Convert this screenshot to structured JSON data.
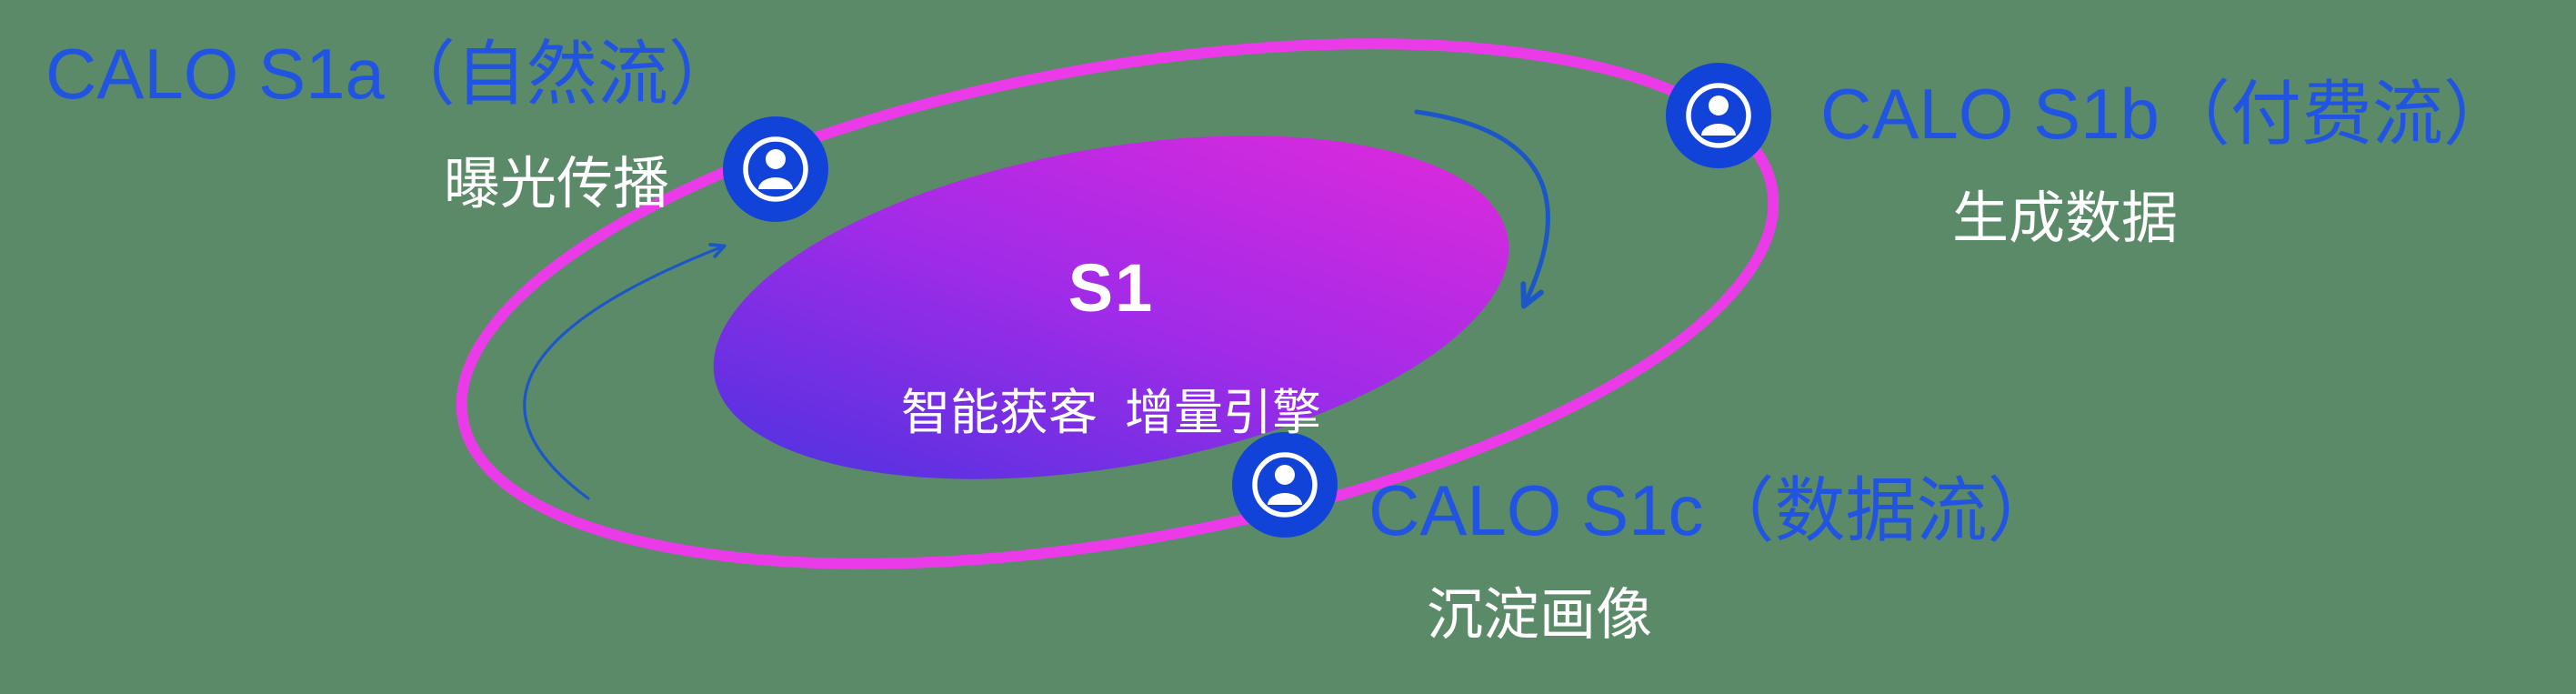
{
  "center": {
    "title": "S1",
    "subtitle": "智能获客  增量引擎"
  },
  "nodes": [
    {
      "id": "s1a",
      "title": "CALO S1a（自然流）",
      "subtitle": "曝光传播"
    },
    {
      "id": "s1b",
      "title": "CALO S1b（付费流）",
      "subtitle": "生成数据"
    },
    {
      "id": "s1c",
      "title": "CALO S1c（数据流）",
      "subtitle": "沉淀画像"
    }
  ],
  "icons": {
    "node_icon": "user-in-circle-icon",
    "arrow_left": "curved-arrow-up-icon",
    "arrow_right": "curved-arrow-down-icon"
  },
  "colors": {
    "background": "#5B8A68",
    "orbit_ring": "#EB3BE9",
    "node_fill": "#1243D8",
    "title_text": "#2254E2",
    "body_text": "#FFFFFF",
    "arrow": "#1C57C8",
    "core_gradient_start": "#4B33DF",
    "core_gradient_mid": "#A12BE8",
    "core_gradient_end": "#E129DB"
  }
}
